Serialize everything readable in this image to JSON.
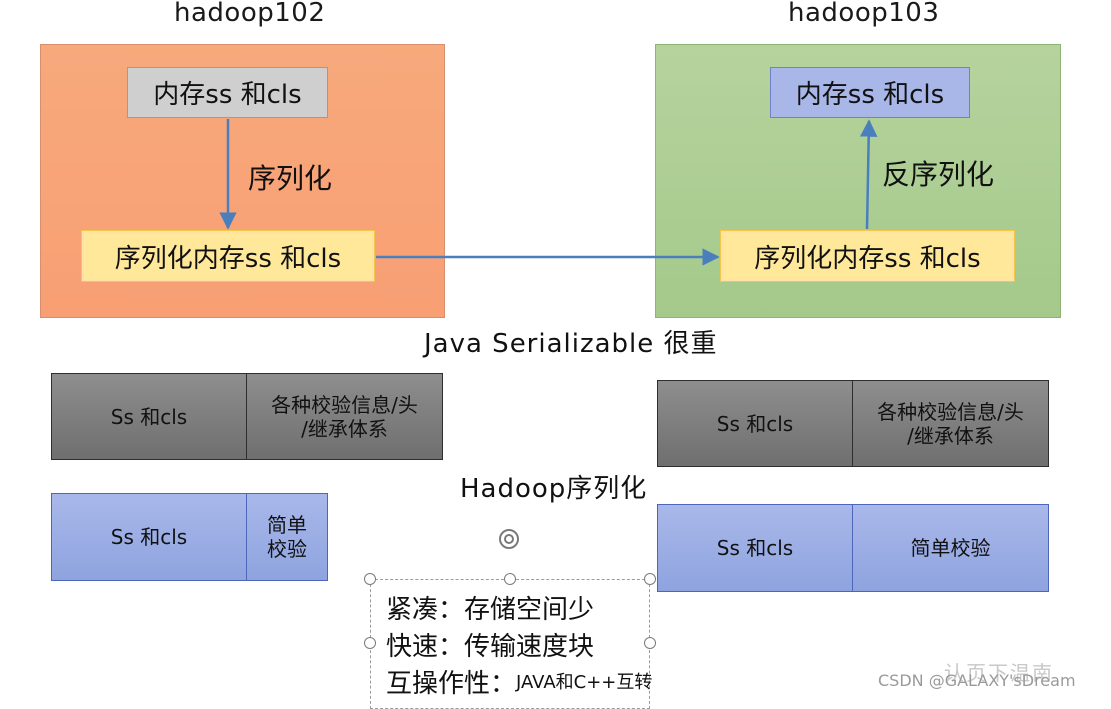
{
  "hosts": {
    "left_title": "hadoop102",
    "right_title": "hadoop103"
  },
  "left_node": {
    "memory_box": "内存ss 和cls",
    "serialize_label": "序列化",
    "serialized_box": "序列化内存ss 和cls"
  },
  "right_node": {
    "memory_box": "内存ss 和cls",
    "deserialize_label": "反序列化",
    "serialized_box": "序列化内存ss 和cls"
  },
  "java_serializable": {
    "title": "Java  Serializable   很重",
    "left_cells": [
      "Ss 和cls",
      "各种校验信息/头\n/继承体系"
    ],
    "right_cells": [
      "Ss 和cls",
      "各种校验信息/头\n/继承体系"
    ]
  },
  "hadoop_serialization": {
    "title": "Hadoop序列化",
    "left_cells": [
      "Ss 和cls",
      "简单\n校验"
    ],
    "right_cells": [
      "Ss 和cls",
      "简单校验"
    ]
  },
  "features": [
    {
      "label": "紧凑：",
      "value": "存储空间少"
    },
    {
      "label": "快速：",
      "value": "传输速度块"
    },
    {
      "label": "互操作性：",
      "value": "JAVA和C++互转"
    }
  ],
  "watermark": "CSDN @GALAXY'sDream",
  "faded_text": "认页下温南"
}
